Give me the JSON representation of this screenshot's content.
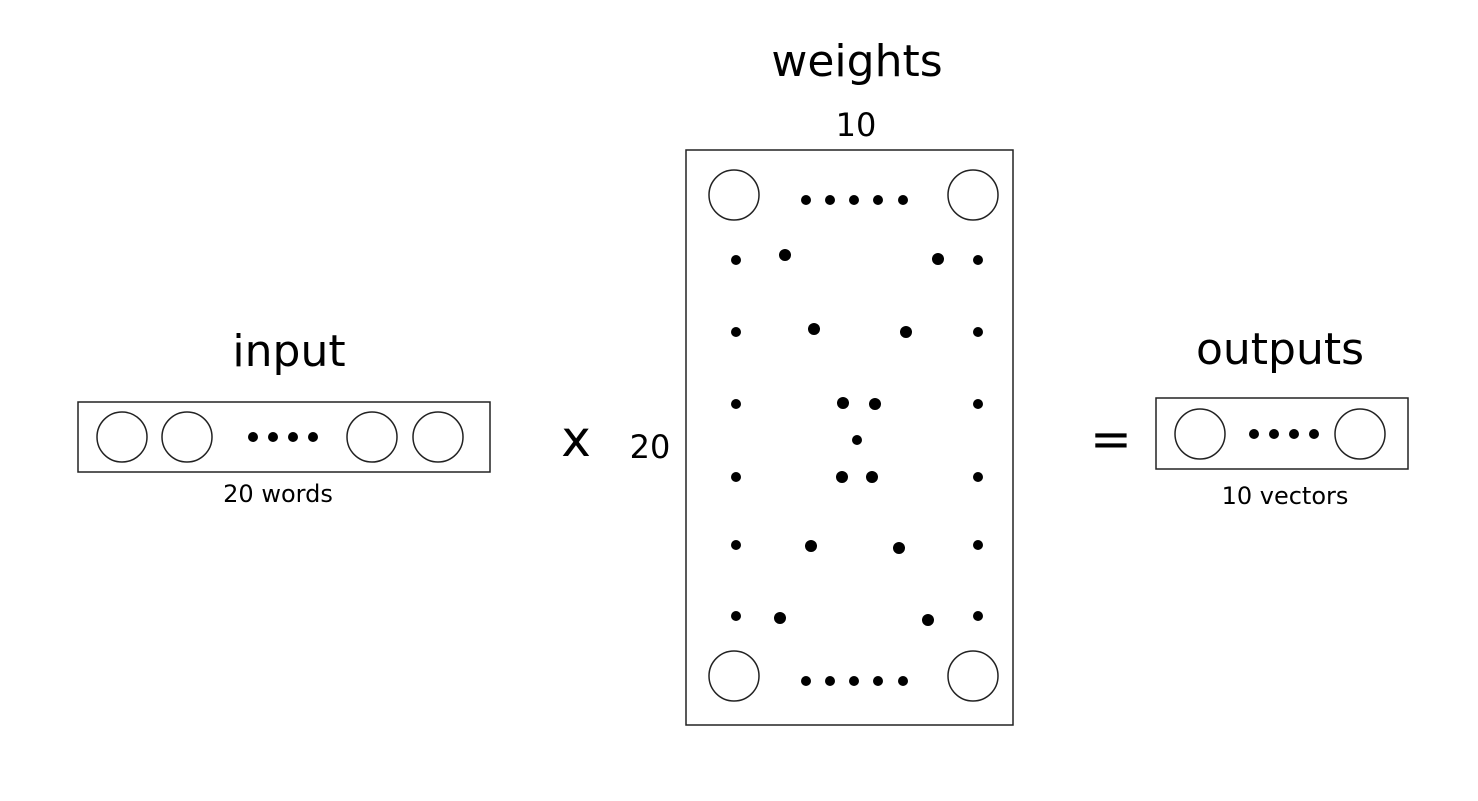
{
  "input": {
    "title": "input",
    "caption": "20 words"
  },
  "operators": {
    "multiply": "x",
    "equals": "="
  },
  "weights": {
    "title": "weights",
    "columns": "10",
    "rows": "20"
  },
  "outputs": {
    "title": "outputs",
    "caption": "10 vectors"
  }
}
